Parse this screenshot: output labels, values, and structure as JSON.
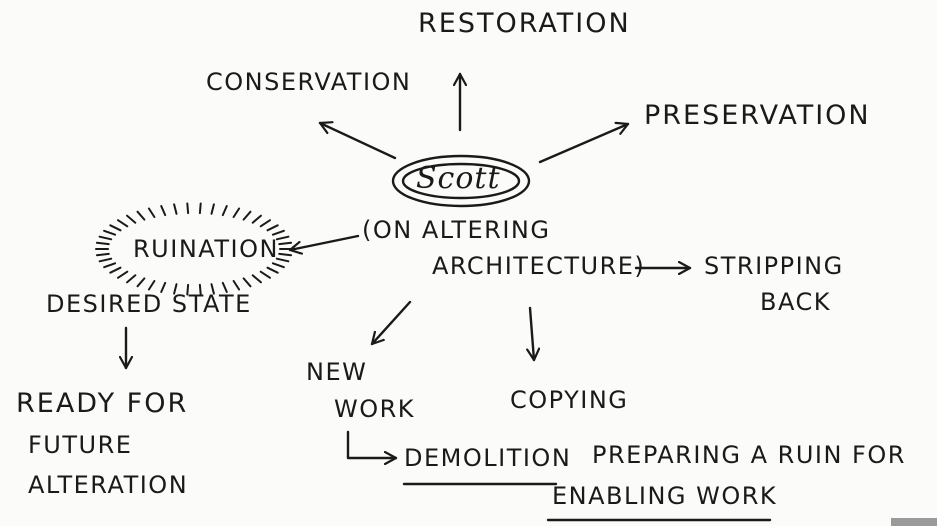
{
  "diagram": {
    "center": "Scott",
    "nodes": {
      "restoration": "RESTORATION",
      "conservation": "CONSERVATION",
      "preservation": "PRESERVATION",
      "on_altering_line1": "(ON ALTERING",
      "on_altering_line2": "ARCHITECTURE)",
      "ruination": "RUINATION",
      "desired_state": "DESIRED STATE",
      "ready_line1": "READY FOR",
      "ready_line2": "FUTURE",
      "ready_line3": "ALTERATION",
      "stripping_line1": "STRIPPING",
      "stripping_line2": "BACK",
      "new_work_line1": "NEW",
      "new_work_line2": "WORK",
      "copying": "COPYING",
      "demolition": "DEMOLITION",
      "preparing": "PREPARING A RUIN FOR",
      "enabling_work": "ENABLING WORK"
    }
  }
}
